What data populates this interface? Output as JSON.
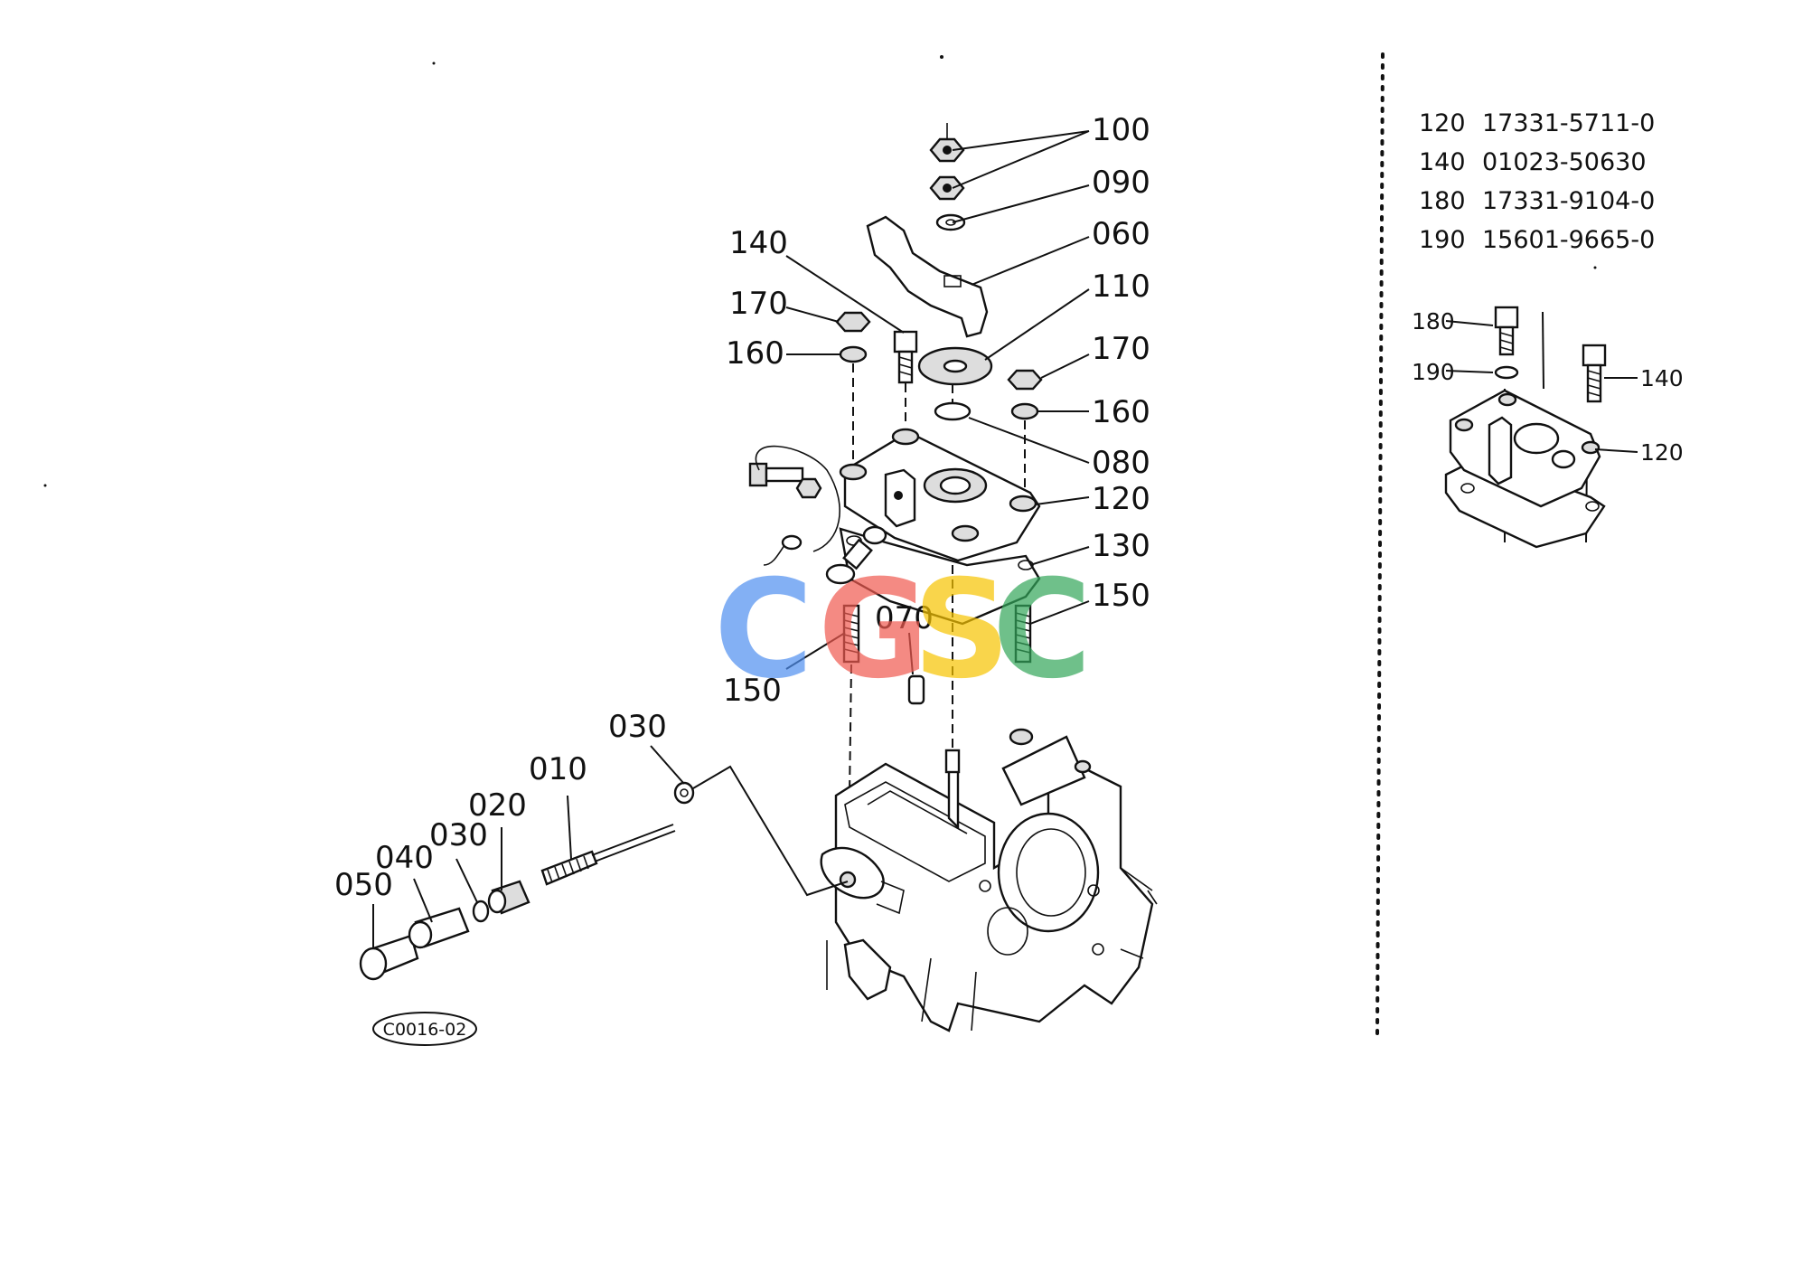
{
  "diagram": {
    "callouts_main": {
      "c100": "100",
      "c090": "090",
      "c060": "060",
      "c110": "110",
      "c140": "140",
      "c170_left": "170",
      "c160_left": "160",
      "c170_right": "170",
      "c160_right": "160",
      "c080": "080",
      "c120": "120",
      "c130": "130",
      "c150_right": "150",
      "c070": "070",
      "c150_left": "150",
      "c030_upper": "030",
      "c010": "010",
      "c020": "020",
      "c030_lower": "030",
      "c040": "040",
      "c050": "050"
    },
    "figure_code": "C0016-02",
    "parts_table": [
      {
        "ref": "120",
        "part_no": "17331-5711-0"
      },
      {
        "ref": "140",
        "part_no": "01023-50630"
      },
      {
        "ref": "180",
        "part_no": "17331-9104-0"
      },
      {
        "ref": "190",
        "part_no": "15601-9665-0"
      }
    ],
    "callouts_inset": {
      "c180": "180",
      "c190": "190",
      "c140": "140",
      "c120": "120"
    },
    "watermark": {
      "letters": [
        "C",
        "G",
        "S",
        "C"
      ],
      "colors": [
        "#4f8ff0",
        "#f05a50",
        "#f7c400",
        "#33a65a"
      ]
    }
  }
}
